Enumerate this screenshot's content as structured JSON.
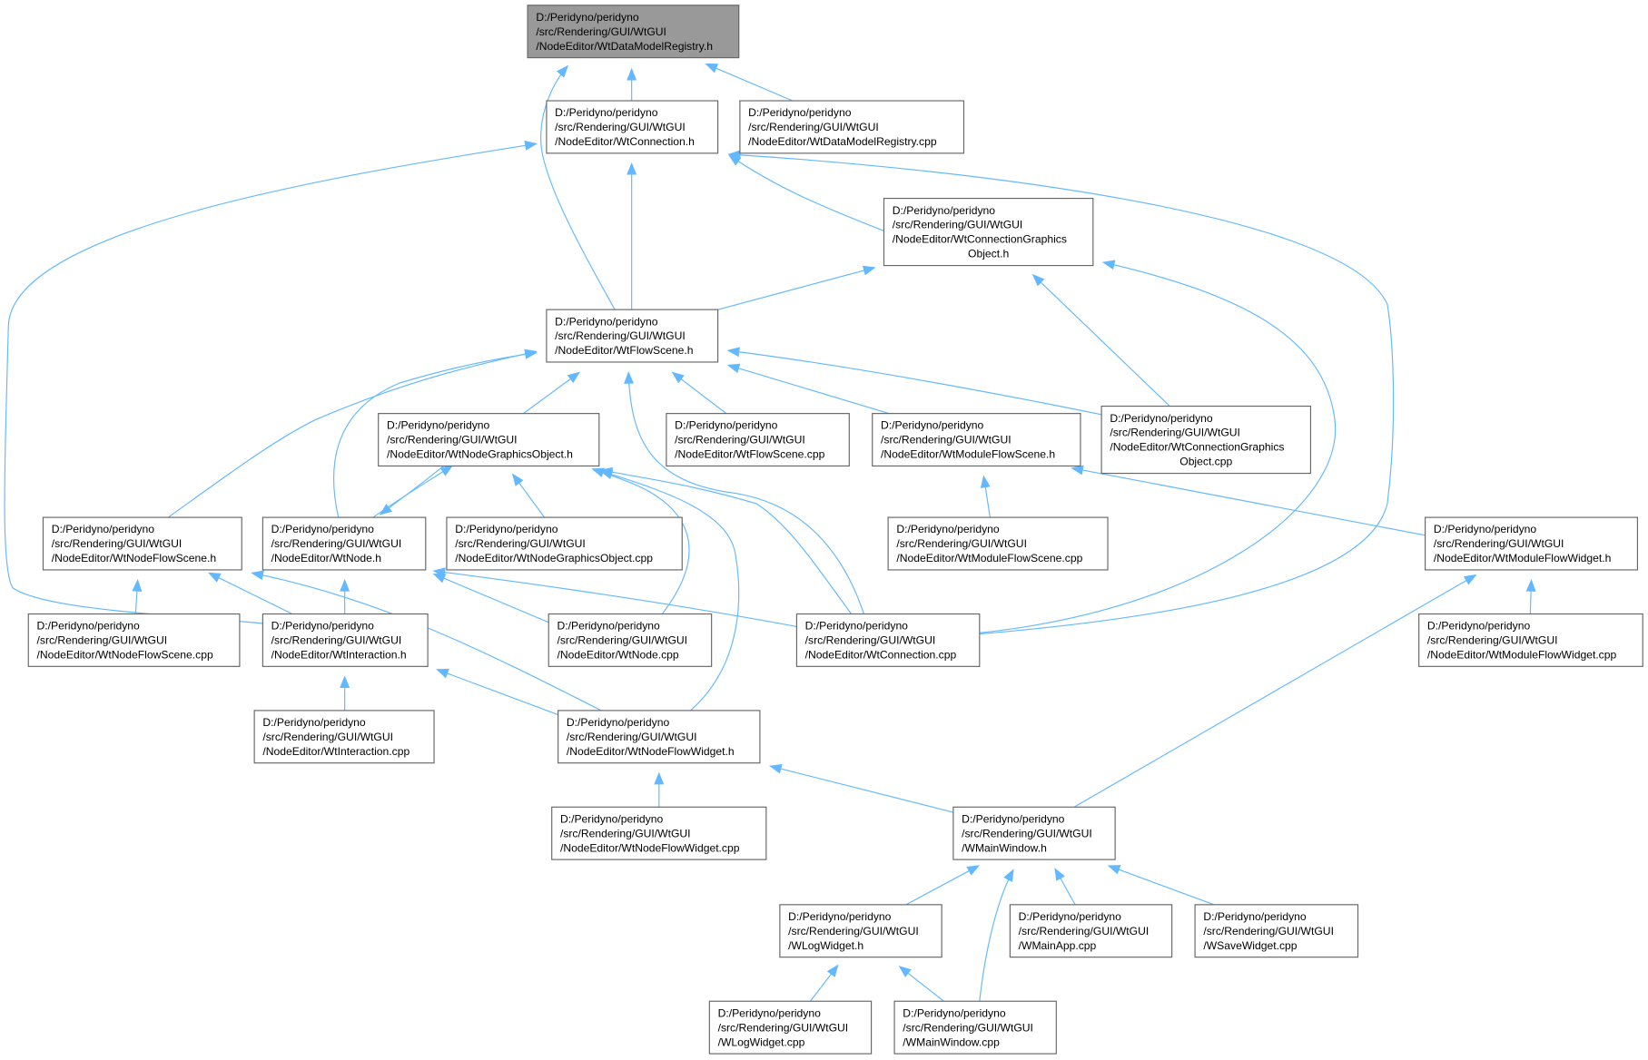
{
  "diagram": {
    "type": "include-dependency-graph",
    "nodes": [
      {
        "id": "reg_h",
        "root": true,
        "lines": [
          "D:/Peridyno/peridyno",
          "/src/Rendering/GUI/WtGUI",
          "/NodeEditor/WtDataModelRegistry.h"
        ]
      },
      {
        "id": "conn_h",
        "lines": [
          "D:/Peridyno/peridyno",
          "/src/Rendering/GUI/WtGUI",
          "/NodeEditor/WtConnection.h"
        ]
      },
      {
        "id": "reg_cpp",
        "lines": [
          "D:/Peridyno/peridyno",
          "/src/Rendering/GUI/WtGUI",
          "/NodeEditor/WtDataModelRegistry.cpp"
        ]
      },
      {
        "id": "cgo_h",
        "lines": [
          "D:/Peridyno/peridyno",
          "/src/Rendering/GUI/WtGUI",
          "/NodeEditor/WtConnectionGraphics",
          "Object.h"
        ]
      },
      {
        "id": "fs_h",
        "lines": [
          "D:/Peridyno/peridyno",
          "/src/Rendering/GUI/WtGUI",
          "/NodeEditor/WtFlowScene.h"
        ]
      },
      {
        "id": "ngo_h",
        "lines": [
          "D:/Peridyno/peridyno",
          "/src/Rendering/GUI/WtGUI",
          "/NodeEditor/WtNodeGraphicsObject.h"
        ]
      },
      {
        "id": "fs_cpp",
        "lines": [
          "D:/Peridyno/peridyno",
          "/src/Rendering/GUI/WtGUI",
          "/NodeEditor/WtFlowScene.cpp"
        ]
      },
      {
        "id": "mfs_h",
        "lines": [
          "D:/Peridyno/peridyno",
          "/src/Rendering/GUI/WtGUI",
          "/NodeEditor/WtModuleFlowScene.h"
        ]
      },
      {
        "id": "cgo_cpp",
        "lines": [
          "D:/Peridyno/peridyno",
          "/src/Rendering/GUI/WtGUI",
          "/NodeEditor/WtConnectionGraphics",
          "Object.cpp"
        ]
      },
      {
        "id": "nfs_h",
        "lines": [
          "D:/Peridyno/peridyno",
          "/src/Rendering/GUI/WtGUI",
          "/NodeEditor/WtNodeFlowScene.h"
        ]
      },
      {
        "id": "node_h",
        "lines": [
          "D:/Peridyno/peridyno",
          "/src/Rendering/GUI/WtGUI",
          "/NodeEditor/WtNode.h"
        ]
      },
      {
        "id": "ngo_cpp",
        "lines": [
          "D:/Peridyno/peridyno",
          "/src/Rendering/GUI/WtGUI",
          "/NodeEditor/WtNodeGraphicsObject.cpp"
        ]
      },
      {
        "id": "mfs_cpp",
        "lines": [
          "D:/Peridyno/peridyno",
          "/src/Rendering/GUI/WtGUI",
          "/NodeEditor/WtModuleFlowScene.cpp"
        ]
      },
      {
        "id": "mfw_h",
        "lines": [
          "D:/Peridyno/peridyno",
          "/src/Rendering/GUI/WtGUI",
          "/NodeEditor/WtModuleFlowWidget.h"
        ]
      },
      {
        "id": "nfs_cpp",
        "lines": [
          "D:/Peridyno/peridyno",
          "/src/Rendering/GUI/WtGUI",
          "/NodeEditor/WtNodeFlowScene.cpp"
        ]
      },
      {
        "id": "inter_h",
        "lines": [
          "D:/Peridyno/peridyno",
          "/src/Rendering/GUI/WtGUI",
          "/NodeEditor/WtInteraction.h"
        ]
      },
      {
        "id": "node_cpp",
        "lines": [
          "D:/Peridyno/peridyno",
          "/src/Rendering/GUI/WtGUI",
          "/NodeEditor/WtNode.cpp"
        ]
      },
      {
        "id": "conn_cpp",
        "lines": [
          "D:/Peridyno/peridyno",
          "/src/Rendering/GUI/WtGUI",
          "/NodeEditor/WtConnection.cpp"
        ]
      },
      {
        "id": "mfw_cpp",
        "lines": [
          "D:/Peridyno/peridyno",
          "/src/Rendering/GUI/WtGUI",
          "/NodeEditor/WtModuleFlowWidget.cpp"
        ]
      },
      {
        "id": "inter_cpp",
        "lines": [
          "D:/Peridyno/peridyno",
          "/src/Rendering/GUI/WtGUI",
          "/NodeEditor/WtInteraction.cpp"
        ]
      },
      {
        "id": "nfw_h",
        "lines": [
          "D:/Peridyno/peridyno",
          "/src/Rendering/GUI/WtGUI",
          "/NodeEditor/WtNodeFlowWidget.h"
        ]
      },
      {
        "id": "nfw_cpp",
        "lines": [
          "D:/Peridyno/peridyno",
          "/src/Rendering/GUI/WtGUI",
          "/NodeEditor/WtNodeFlowWidget.cpp"
        ]
      },
      {
        "id": "wmw_h",
        "lines": [
          "D:/Peridyno/peridyno",
          "/src/Rendering/GUI/WtGUI",
          "/WMainWindow.h"
        ]
      },
      {
        "id": "wlog_h",
        "lines": [
          "D:/Peridyno/peridyno",
          "/src/Rendering/GUI/WtGUI",
          "/WLogWidget.h"
        ]
      },
      {
        "id": "wapp_cpp",
        "lines": [
          "D:/Peridyno/peridyno",
          "/src/Rendering/GUI/WtGUI",
          "/WMainApp.cpp"
        ]
      },
      {
        "id": "wsave_cpp",
        "lines": [
          "D:/Peridyno/peridyno",
          "/src/Rendering/GUI/WtGUI",
          "/WSaveWidget.cpp"
        ]
      },
      {
        "id": "wlog_cpp",
        "lines": [
          "D:/Peridyno/peridyno",
          "/src/Rendering/GUI/WtGUI",
          "/WLogWidget.cpp"
        ]
      },
      {
        "id": "wmw_cpp",
        "lines": [
          "D:/Peridyno/peridyno",
          "/src/Rendering/GUI/WtGUI",
          "/WMainWindow.cpp"
        ]
      }
    ],
    "edges": [
      {
        "from": "conn_h",
        "to": "reg_h"
      },
      {
        "from": "reg_cpp",
        "to": "reg_h"
      },
      {
        "from": "fs_h",
        "to": "reg_h"
      },
      {
        "from": "fs_h",
        "to": "conn_h"
      },
      {
        "from": "cgo_h",
        "to": "conn_h"
      },
      {
        "from": "inter_h",
        "to": "conn_h"
      },
      {
        "from": "conn_cpp",
        "to": "conn_h"
      },
      {
        "from": "fs_h",
        "to": "cgo_h"
      },
      {
        "from": "cgo_cpp",
        "to": "cgo_h"
      },
      {
        "from": "conn_cpp",
        "to": "cgo_h"
      },
      {
        "from": "ngo_h",
        "to": "fs_h"
      },
      {
        "from": "fs_cpp",
        "to": "fs_h"
      },
      {
        "from": "mfs_h",
        "to": "fs_h"
      },
      {
        "from": "cgo_cpp",
        "to": "fs_h"
      },
      {
        "from": "nfs_h",
        "to": "fs_h"
      },
      {
        "from": "node_h",
        "to": "fs_h"
      },
      {
        "from": "conn_cpp",
        "to": "fs_h"
      },
      {
        "from": "node_h",
        "to": "ngo_h"
      },
      {
        "from": "ngo_h",
        "to": "node_h"
      },
      {
        "from": "ngo_cpp",
        "to": "ngo_h"
      },
      {
        "from": "node_cpp",
        "to": "ngo_h"
      },
      {
        "from": "conn_cpp",
        "to": "ngo_h"
      },
      {
        "from": "nfw_h",
        "to": "ngo_h"
      },
      {
        "from": "mfs_cpp",
        "to": "mfs_h"
      },
      {
        "from": "mfw_h",
        "to": "mfs_h"
      },
      {
        "from": "nfs_cpp",
        "to": "nfs_h"
      },
      {
        "from": "inter_h",
        "to": "nfs_h"
      },
      {
        "from": "nfw_h",
        "to": "nfs_h"
      },
      {
        "from": "inter_h",
        "to": "node_h"
      },
      {
        "from": "node_cpp",
        "to": "node_h"
      },
      {
        "from": "conn_cpp",
        "to": "node_h"
      },
      {
        "from": "mfw_cpp",
        "to": "mfw_h"
      },
      {
        "from": "wmw_h",
        "to": "mfw_h"
      },
      {
        "from": "inter_cpp",
        "to": "inter_h"
      },
      {
        "from": "nfw_h",
        "to": "inter_h"
      },
      {
        "from": "nfw_cpp",
        "to": "nfw_h"
      },
      {
        "from": "wmw_h",
        "to": "nfw_h"
      },
      {
        "from": "wlog_h",
        "to": "wmw_h"
      },
      {
        "from": "wapp_cpp",
        "to": "wmw_h"
      },
      {
        "from": "wsave_cpp",
        "to": "wmw_h"
      },
      {
        "from": "wmw_cpp",
        "to": "wmw_h"
      },
      {
        "from": "wlog_cpp",
        "to": "wlog_h"
      },
      {
        "from": "wmw_cpp",
        "to": "wlog_h"
      }
    ]
  },
  "colors": {
    "edge": "#63b8ff",
    "node_border": "#666666",
    "root_fill": "#999999",
    "node_fill": "#ffffff"
  }
}
